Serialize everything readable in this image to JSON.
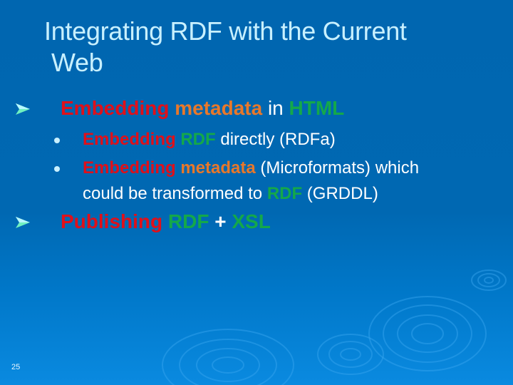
{
  "slide": {
    "title_line1": "Integrating RDF with the Current",
    "title_line2": "Web",
    "page_number": "25",
    "colors": {
      "background_top": "#0066b0",
      "background_bottom": "#0a8ae0",
      "title": "#c8f0ff",
      "red": "#e0101a",
      "orange": "#e8782a",
      "green": "#14a84a",
      "white": "#ffffff"
    },
    "bullets": [
      {
        "icon": "arrow-bullet-icon",
        "segments": [
          {
            "text": "Embedding",
            "color": "red"
          },
          {
            "text": " metadata",
            "color": "orange"
          },
          {
            "text": " in",
            "color": "white"
          },
          {
            "text": " HTML",
            "color": "green"
          }
        ],
        "sub_bullets": [
          {
            "icon": "dot-bullet-icon",
            "segments": [
              {
                "text": "Embedding",
                "color": "red"
              },
              {
                "text": " RDF",
                "color": "green"
              },
              {
                "text": " directly (RDFa)",
                "color": "white"
              }
            ]
          },
          {
            "icon": "dot-bullet-icon",
            "line1": [
              {
                "text": "Embedding",
                "color": "red"
              },
              {
                "text": " metadata",
                "color": "orange"
              },
              {
                "text": " (Microformats) which",
                "color": "white"
              }
            ],
            "line2": [
              {
                "text": "could be transformed to ",
                "color": "white"
              },
              {
                "text": "RDF",
                "color": "green"
              },
              {
                "text": " (GRDDL)",
                "color": "white"
              }
            ]
          }
        ]
      },
      {
        "icon": "arrow-bullet-icon",
        "segments": [
          {
            "text": "Publishing",
            "color": "red"
          },
          {
            "text": " RDF",
            "color": "green"
          },
          {
            "text": " +",
            "color": "white"
          },
          {
            "text": " XSL",
            "color": "green"
          }
        ]
      }
    ]
  }
}
